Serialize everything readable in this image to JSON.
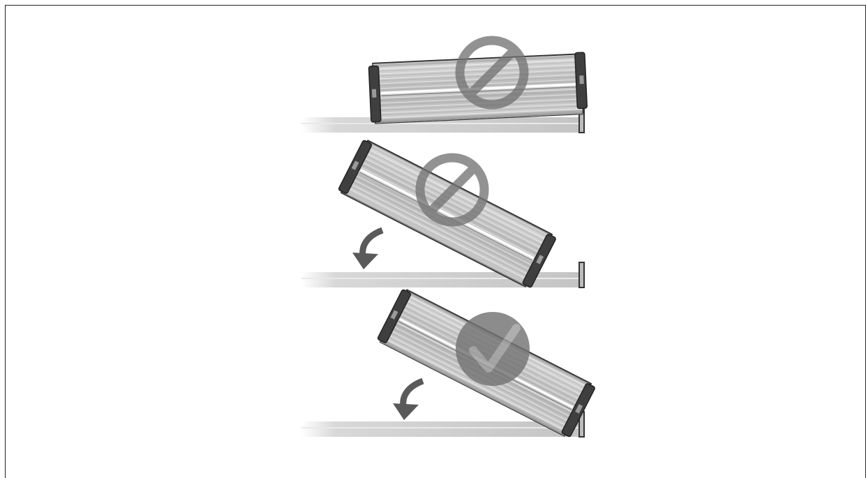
{
  "figure": {
    "panels": [
      {
        "id": "flat",
        "status": "incorrect",
        "symbol": "prohibited-icon",
        "arrow": false
      },
      {
        "id": "tilted-away",
        "status": "incorrect",
        "symbol": "prohibited-icon",
        "arrow": true
      },
      {
        "id": "tilted-into-lip",
        "status": "correct",
        "symbol": "check-icon",
        "arrow": true
      }
    ],
    "colors": {
      "module_light": "#d4d4d4",
      "module_mid": "#b4b4b4",
      "module_dark": "#8c8c8c",
      "endcap": "#3d3d3d",
      "outline": "#333333",
      "rail": "#c8c8c8",
      "symbol": "#7a7a7a"
    }
  }
}
